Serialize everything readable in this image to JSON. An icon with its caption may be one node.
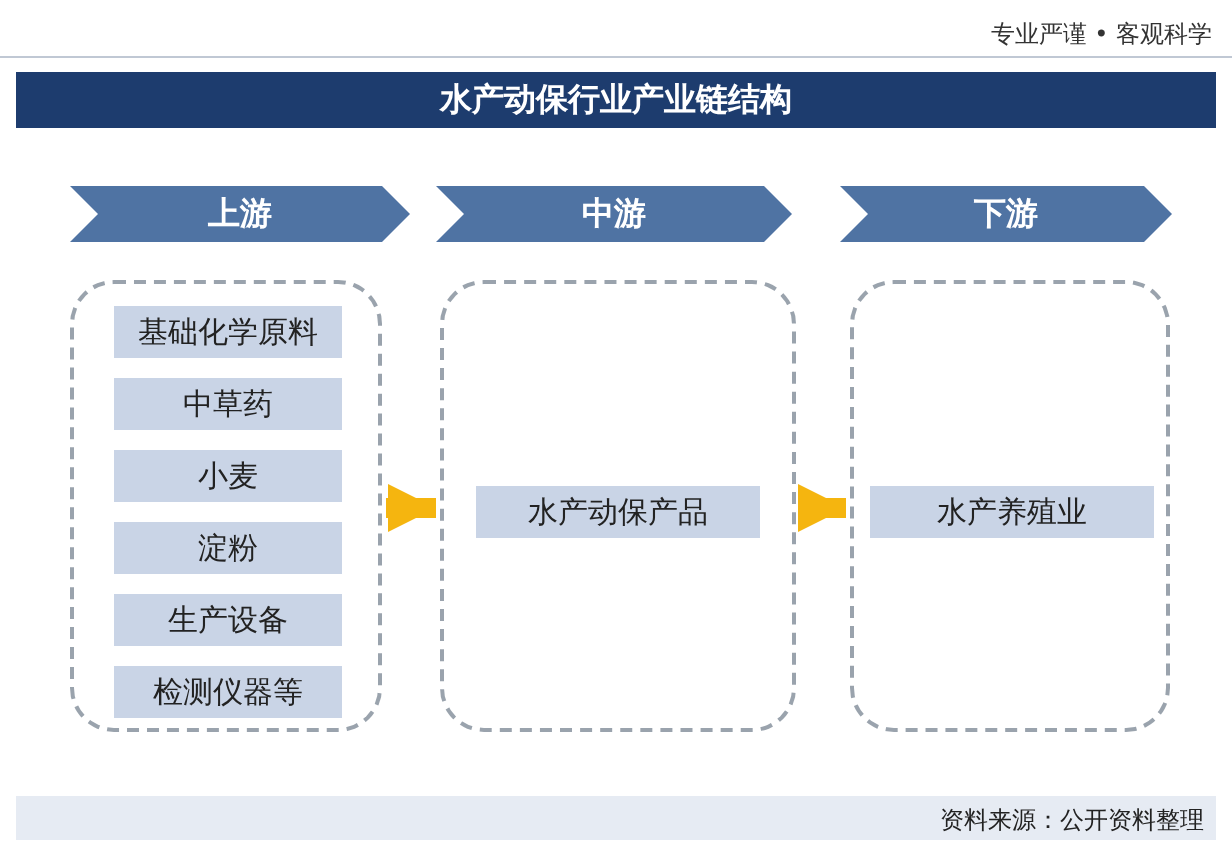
{
  "diagram": {
    "title": "水产动保行业产业链结构",
    "nodes": [
      {
        "text": [
          "上游"
        ]
      },
      {
        "text": [
          "中游"
        ]
      },
      {
        "text": [
          "下游"
        ]
      },
      {
        "text": [],
        "shape": "box"
      },
      {
        "text": [
          "基础化学原料"
        ],
        "in": 3
      },
      {
        "text": [
          "中草药"
        ],
        "in": 3
      },
      {
        "text": [
          "小麦"
        ],
        "in": 3
      },
      {
        "text": [
          "淀粉"
        ],
        "in": 3
      },
      {
        "text": [
          "生产设备"
        ],
        "in": 3
      },
      {
        "text": [
          "检测仪器等"
        ],
        "in": 3
      },
      {
        "text": [],
        "shape": "box"
      },
      {
        "text": [
          "水产动保产品"
        ],
        "in": 10
      },
      {
        "text": [],
        "shape": "box"
      },
      {
        "text": [
          "水产养殖业"
        ],
        "in": 12
      }
    ],
    "edges": [
      {
        "from": 3,
        "to": 10,
        "arrow": "to",
        "color": "#f5b50f"
      },
      {
        "from": 10,
        "to": 12,
        "arrow": "to",
        "color": "#f5b50f"
      }
    ],
    "labels": [
      "专业严谨 • 客观科学",
      "资料来源：公开资料整理"
    ]
  }
}
